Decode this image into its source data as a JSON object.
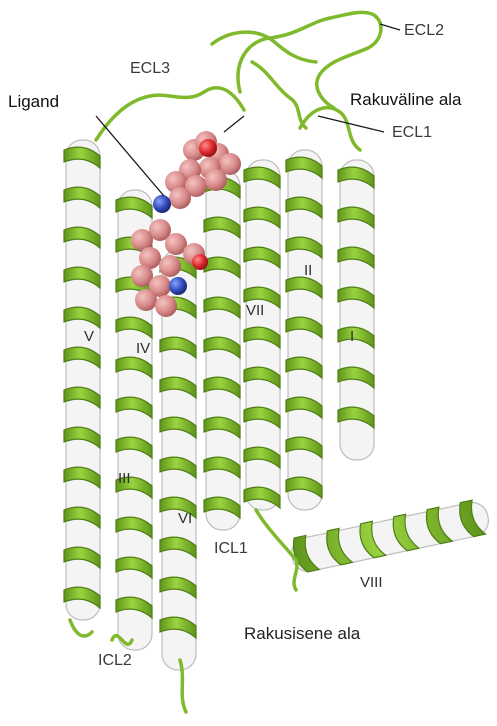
{
  "labels": {
    "ligand": "Ligand",
    "ecl1": "ECL1",
    "ecl2": "ECL2",
    "ecl3": "ECL3",
    "icl1": "ICL1",
    "icl2": "ICL2",
    "extracellular": "Rakuväline ala",
    "intracellular": "Rakusisene ala"
  },
  "helices": {
    "I": "I",
    "II": "II",
    "III": "III",
    "IV": "IV",
    "V": "V",
    "VI": "VI",
    "VII": "VII",
    "VIII": "VIII"
  },
  "colors": {
    "helix_green": "#86c232",
    "helix_dark": "#4f7d14",
    "helix_light": "#ffffff",
    "ligand_pink": "#d98a8a",
    "ligand_red": "#d9262b",
    "ligand_blue": "#2e49b8"
  }
}
